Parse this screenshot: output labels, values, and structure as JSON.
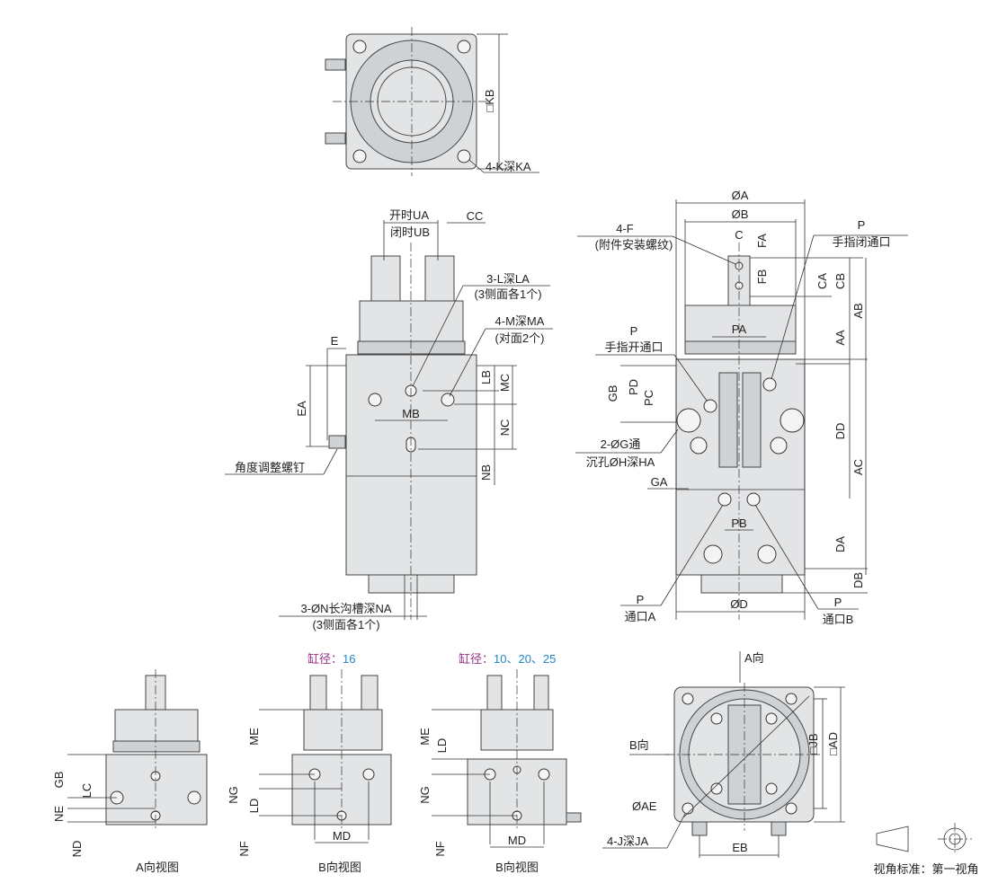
{
  "top_view": {
    "kb": "□KB",
    "k": "4-K深KA"
  },
  "side_view": {
    "ua": "开时UA",
    "ub": "闭时UB",
    "cc": "CC",
    "l": "3-L深LA",
    "l_note": "(3侧面各1个)",
    "m": "4-M深MA",
    "m_note": "(对面2个)",
    "e": "E",
    "ea": "EA",
    "mb": "MB",
    "lb": "LB",
    "mc": "MC",
    "nc": "NC",
    "nb": "NB",
    "screw": "角度调整螺钉",
    "n": "3-ØN长沟槽深NA",
    "n_note": "(3侧面各1个)"
  },
  "front_view": {
    "a": "ØA",
    "b": "ØB",
    "f": "4-F",
    "f_note": "(附件安装螺纹)",
    "c": "C",
    "fa": "FA",
    "fb": "FB",
    "p_close": "P",
    "close_port": "手指闭通口",
    "ca": "CA",
    "cb": "CB",
    "ab": "AB",
    "pa": "PA",
    "aa": "AA",
    "p_open": "P",
    "open_port": "手指开通口",
    "gb": "GB",
    "pd": "PD",
    "pc": "PC",
    "dd": "DD",
    "ac": "AC",
    "g": "2-ØG通",
    "h": "沉孔ØH深HA",
    "ga": "GA",
    "pb": "PB",
    "da": "DA",
    "db": "DB",
    "d": "ØD",
    "p_a": "P",
    "port_a": "通口A",
    "p_b": "P",
    "port_b": "通口B"
  },
  "view_a": {
    "gb": "GB",
    "lc": "LC",
    "ne": "NE",
    "nd": "ND",
    "caption": "A向视图"
  },
  "view_b16": {
    "bore_label": "缸径：",
    "bore_value": "16",
    "me": "ME",
    "ng": "NG",
    "ld": "LD",
    "nf": "NF",
    "md": "MD",
    "caption": "B向视图"
  },
  "view_b25": {
    "bore_label": "缸径：",
    "bore_value": "10、20、25",
    "me": "ME",
    "ld": "LD",
    "ng": "NG",
    "nf": "NF",
    "md": "MD",
    "caption": "B向视图"
  },
  "bottom_view": {
    "a_dir": "A向",
    "b_dir": "B向",
    "ae": "ØAE",
    "j": "4-J深JA",
    "eb": "EB",
    "jb": "□JB",
    "ad": "□AD"
  },
  "projection": {
    "label": "视角标准：第一视角"
  }
}
